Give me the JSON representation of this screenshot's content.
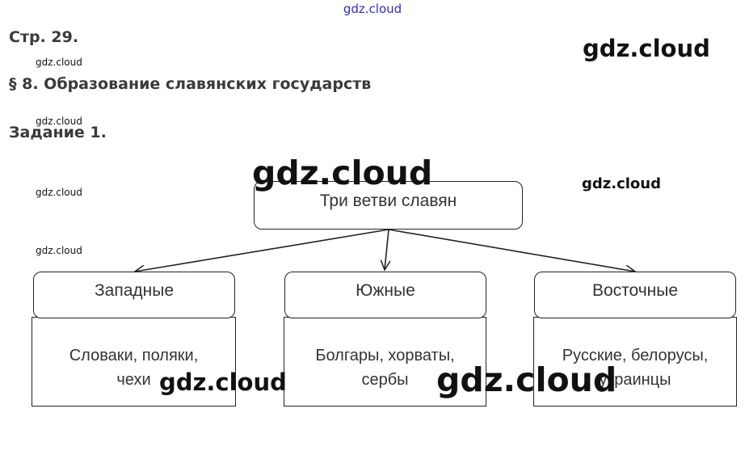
{
  "watermark": {
    "text": "gdz.cloud"
  },
  "header": {
    "page": "Стр. 29.",
    "section": "§ 8. Образование славянских государств",
    "task": "Задание 1."
  },
  "diagram": {
    "root": "Три ветви славян",
    "branches": [
      {
        "title": "Западные",
        "peoples_line1": "Словаки, поляки,",
        "peoples_line2": "чехи"
      },
      {
        "title": "Южные",
        "peoples_line1": "Болгары, хорваты,",
        "peoples_line2": "сербы"
      },
      {
        "title": "Восточные",
        "peoples_line1": "Русские, белорусы,",
        "peoples_line2": "украинцы"
      }
    ]
  }
}
